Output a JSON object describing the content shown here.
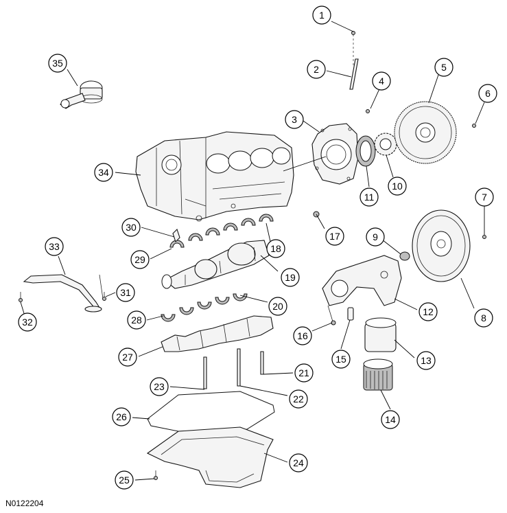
{
  "figure_id": "N0122204",
  "callouts": [
    "1",
    "2",
    "3",
    "4",
    "5",
    "6",
    "7",
    "8",
    "9",
    "10",
    "11",
    "12",
    "13",
    "14",
    "15",
    "16",
    "17",
    "18",
    "19",
    "20",
    "21",
    "22",
    "23",
    "24",
    "25",
    "26",
    "27",
    "28",
    "29",
    "30",
    "31",
    "32",
    "33",
    "34",
    "35"
  ]
}
